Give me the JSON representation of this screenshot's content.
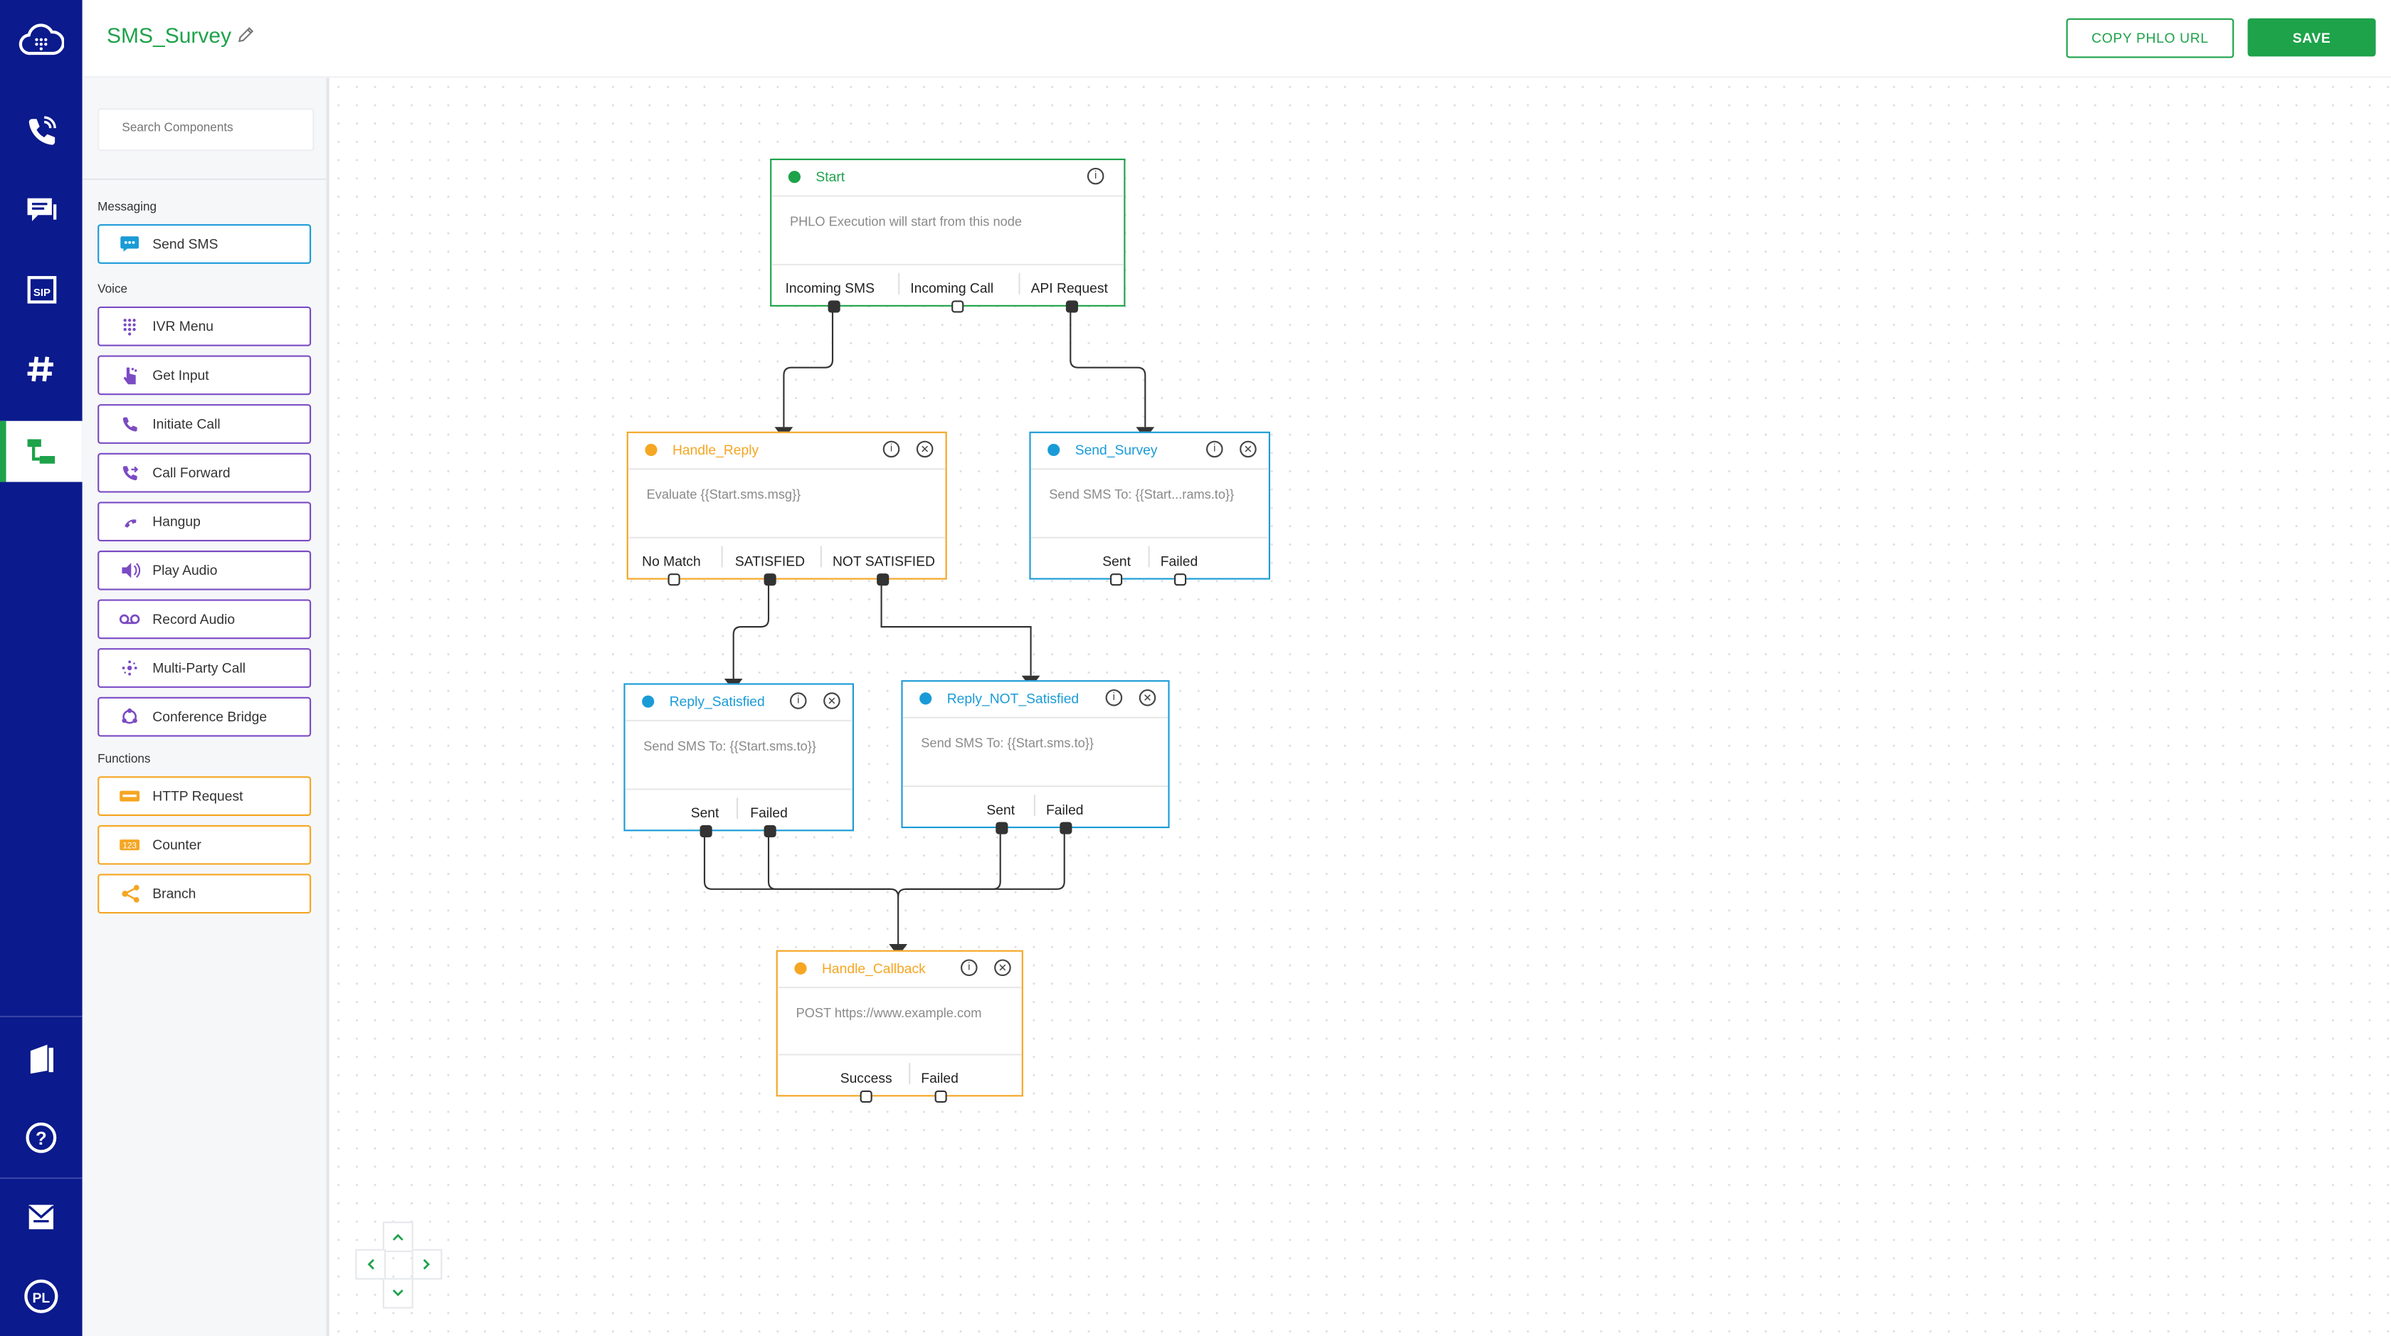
{
  "header": {
    "title": "SMS_Survey",
    "copy_btn": "COPY PHLO URL",
    "save_btn": "SAVE"
  },
  "rail": {
    "icons": [
      "cloud-logo-icon",
      "phone-icon",
      "messaging-icon",
      "sip-icon",
      "hashtag-icon",
      "phlo-icon",
      "docs-icon",
      "help-icon",
      "mail-icon",
      "account-icon"
    ],
    "active": "phlo-icon"
  },
  "panel": {
    "search_placeholder": "Search Components",
    "sections": {
      "messaging": "Messaging",
      "voice": "Voice",
      "functions": "Functions"
    },
    "messaging": [
      {
        "label": "Send SMS",
        "icon": "sms-icon"
      }
    ],
    "voice": [
      {
        "label": "IVR Menu",
        "icon": "keypad-icon"
      },
      {
        "label": "Get Input",
        "icon": "hand-tap-icon"
      },
      {
        "label": "Initiate Call",
        "icon": "phone-icon"
      },
      {
        "label": "Call Forward",
        "icon": "call-forward-icon"
      },
      {
        "label": "Hangup",
        "icon": "hangup-icon"
      },
      {
        "label": "Play Audio",
        "icon": "speaker-icon"
      },
      {
        "label": "Record Audio",
        "icon": "voicemail-icon"
      },
      {
        "label": "Multi-Party Call",
        "icon": "multi-party-icon"
      },
      {
        "label": "Conference Bridge",
        "icon": "conference-icon"
      }
    ],
    "functions": [
      {
        "label": "HTTP Request",
        "icon": "http-icon"
      },
      {
        "label": "Counter",
        "icon": "counter-icon"
      },
      {
        "label": "Branch",
        "icon": "branch-icon"
      }
    ]
  },
  "colors": {
    "rail": "#0b1a8c",
    "green": "#1ea24a",
    "orange": "#f5a623",
    "blue": "#1a9bd7",
    "purple": "#7b4bc4"
  },
  "nodes": {
    "start": {
      "title": "Start",
      "body": "PHLO Execution will start from this node",
      "ports": [
        "Incoming SMS",
        "Incoming Call",
        "API Request"
      ]
    },
    "handle_reply": {
      "title": "Handle_Reply",
      "body": "Evaluate {{Start.sms.msg}}",
      "ports": [
        "No Match",
        "SATISFIED",
        "NOT SATISFIED"
      ]
    },
    "send_survey": {
      "title": "Send_Survey",
      "body": "Send SMS To: {{Start...rams.to}}",
      "ports": [
        "Sent",
        "Failed"
      ]
    },
    "reply_satisfied": {
      "title": "Reply_Satisfied",
      "body": "Send SMS To: {{Start.sms.to}}",
      "ports": [
        "Sent",
        "Failed"
      ]
    },
    "reply_not_satisfied": {
      "title": "Reply_NOT_Satisfied",
      "body": "Send SMS To: {{Start.sms.to}}",
      "ports": [
        "Sent",
        "Failed"
      ]
    },
    "handle_callback": {
      "title": "Handle_Callback",
      "body": "POST https://www.example.com",
      "ports": [
        "Success",
        "Failed"
      ]
    }
  }
}
